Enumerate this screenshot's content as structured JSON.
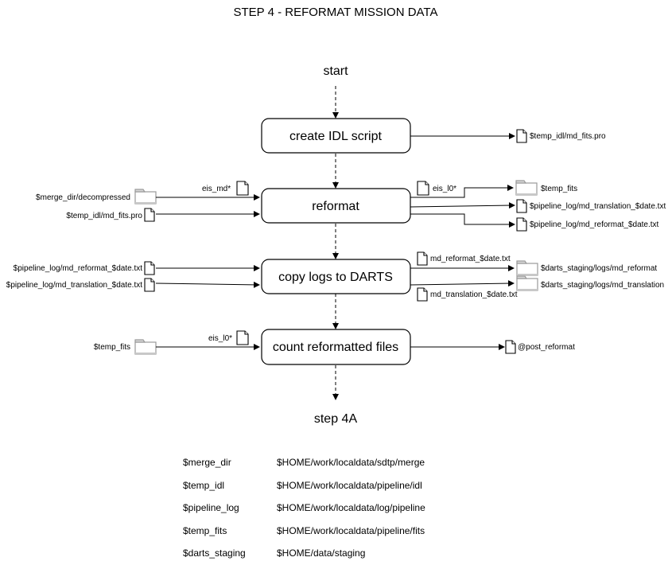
{
  "title": "STEP 4 - REFORMAT MISSION DATA",
  "start_label": "start",
  "end_label": "step 4A",
  "processes": {
    "create_idl": "create IDL script",
    "reformat": "reformat",
    "copy_logs": "copy logs to DARTS",
    "count_files": "count reformatted files"
  },
  "files": {
    "out_md_fits_pro": "$temp_idl/md_fits.pro",
    "in_eis_md": "eis_md*",
    "in_merge_dir": "$merge_dir/decompressed",
    "in_md_fits_pro": "$temp_idl/md_fits.pro",
    "out_eis_l0": "eis_l0*",
    "out_temp_fits": "$temp_fits",
    "out_md_translation": "$pipeline_log/md_translation_$date.txt",
    "out_md_reformat": "$pipeline_log/md_reformat_$date.txt",
    "in_log_reformat": "$pipeline_log/md_reformat_$date.txt",
    "in_log_translation": "$pipeline_log/md_translation_$date.txt",
    "copy_md_reformat": "md_reformat_$date.txt",
    "copy_md_translation": "md_translation_$date.txt",
    "out_darts_reformat": "$darts_staging/logs/md_reformat",
    "out_darts_translation": "$darts_staging/logs/md_translation",
    "in_count_eis_l0": "eis_l0*",
    "in_count_temp_fits": "$temp_fits",
    "out_post_reformat": "@post_reformat"
  },
  "legend": [
    {
      "name": "$merge_dir",
      "value": "$HOME/work/localdata/sdtp/merge"
    },
    {
      "name": "$temp_idl",
      "value": "$HOME/work/localdata/pipeline/idl"
    },
    {
      "name": "$pipeline_log",
      "value": "$HOME/work/localdata/log/pipeline"
    },
    {
      "name": "$temp_fits",
      "value": "$HOME/work/localdata/pipeline/fits"
    },
    {
      "name": "$darts_staging",
      "value": "$HOME/data/staging"
    }
  ],
  "icons": {
    "document": "document-icon",
    "folder": "folder-icon",
    "arrow": "arrow-head"
  }
}
